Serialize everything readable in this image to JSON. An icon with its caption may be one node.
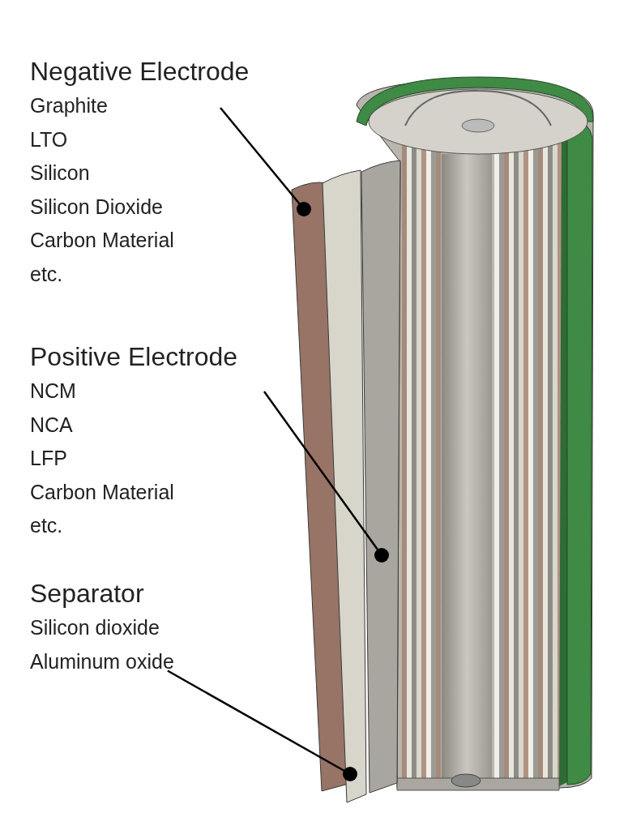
{
  "diagram": {
    "nodes": [
      {
        "text": [
          "Negative Electrode",
          "Graphite",
          "LTO",
          "Silicon",
          "Silicon Dioxide",
          "Carbon Material",
          "etc."
        ]
      },
      {
        "text": [
          "Positive Electrode",
          "NCM",
          "NCA",
          "LFP",
          "Carbon Material",
          "etc."
        ]
      },
      {
        "text": [
          "Separator",
          "Silicon dioxide",
          "Aluminum oxide"
        ]
      },
      {
        "text": [],
        "shape": "bar"
      },
      {
        "text": [],
        "shape": "bar"
      },
      {
        "text": [],
        "shape": "bar"
      }
    ],
    "edges": [
      {
        "from": 0,
        "to": 3,
        "arrow": "other"
      },
      {
        "from": 1,
        "to": 5,
        "arrow": "other"
      },
      {
        "from": 2,
        "to": 4,
        "arrow": "other"
      }
    ]
  }
}
